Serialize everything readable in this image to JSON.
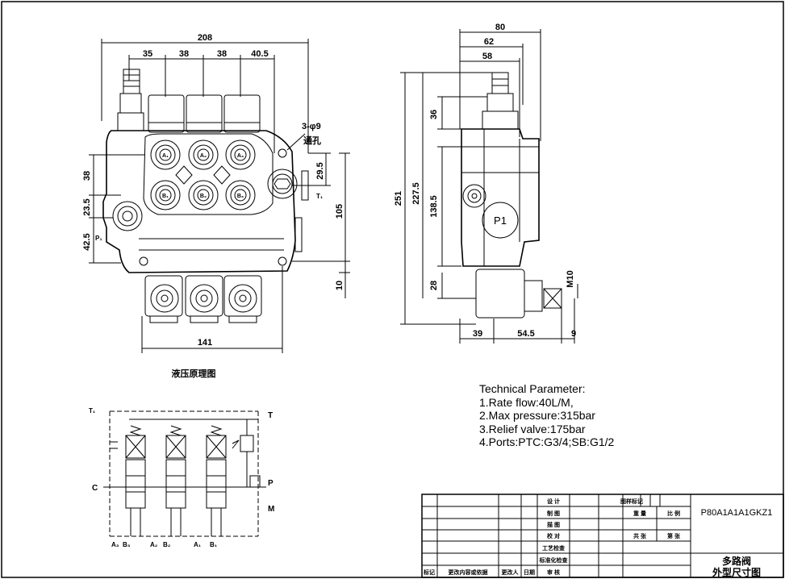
{
  "front_view": {
    "dims_top": [
      "208",
      "35",
      "38",
      "38",
      "40.5"
    ],
    "dims_left": [
      "38",
      "23.5",
      "42.5"
    ],
    "dims_right": [
      "29.5",
      "105",
      "10"
    ],
    "dim_bottom": "141",
    "hole_note_1": "3-φ9",
    "hole_note_2": "通孔",
    "ports_a": [
      "A₁",
      "A₂",
      "A₃"
    ],
    "ports_b": [
      "B₁",
      "B₂",
      "B₃"
    ],
    "label_p": "P₁",
    "label_t": "T₁"
  },
  "side_view": {
    "dims_top": [
      "80",
      "62",
      "58"
    ],
    "dims_left": [
      "36",
      "251",
      "227.5",
      "138.5",
      "28"
    ],
    "dims_bottom": [
      "39",
      "54.5",
      "9"
    ],
    "dim_m": "M10",
    "port_label": "P1"
  },
  "schematic": {
    "title": "液压原理图",
    "label_t1": "T₁",
    "label_t": "T",
    "label_c": "C",
    "label_p": "P",
    "label_m": "M",
    "bottom_labels": [
      "A₃",
      "B₃",
      "A₂",
      "B₂",
      "A₁",
      "B₁"
    ]
  },
  "tech": {
    "heading": "Technical Parameter:",
    "lines": [
      "1.Rate flow:40L/M,",
      "2.Max pressure:315bar",
      "3.Relief valve:175bar",
      "4.Ports:PTC:G3/4;SB:G1/2"
    ]
  },
  "title_block": {
    "design": "设 计",
    "draw": "制 图",
    "trace": "描 图",
    "check": "校 对",
    "process": "工艺检查",
    "standard": "标准化检查",
    "review": "审 核",
    "mark": "标记",
    "change": "更改内容或依据",
    "changer": "更改人",
    "date": "日期",
    "stage": "图样标记",
    "weight": "重 量",
    "ratio": "比 例",
    "total": "共 张",
    "sheet": "第 张",
    "part_no": "P80A1A1A1GKZ1",
    "name_1": "多路阀",
    "name_2": "外型尺寸图"
  }
}
